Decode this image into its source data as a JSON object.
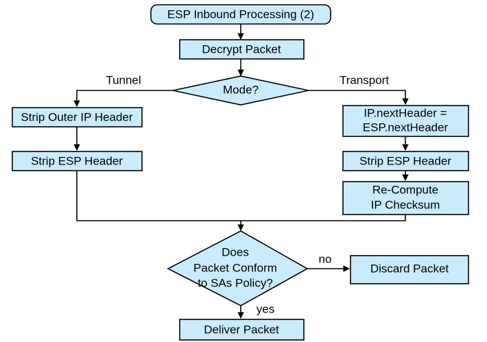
{
  "diagram": {
    "title": "ESP Inbound Processing (2)",
    "type": "flowchart",
    "colors": {
      "node_fill": "#c9ebfb",
      "node_stroke": "#000000",
      "background": "#ffffff",
      "text": "#000000"
    },
    "nodes": [
      {
        "id": "start",
        "shape": "terminator",
        "label": "ESP Inbound Processing (2)",
        "lines": [
          "ESP Inbound Processing (2)"
        ]
      },
      {
        "id": "decrypt",
        "shape": "process",
        "label": "Decrypt Packet",
        "lines": [
          "Decrypt Packet"
        ]
      },
      {
        "id": "mode",
        "shape": "decision",
        "label": "Mode?",
        "lines": [
          "Mode?"
        ]
      },
      {
        "id": "strip-outer-ip",
        "shape": "process",
        "label": "Strip Outer IP Header",
        "lines": [
          "Strip Outer IP Header"
        ]
      },
      {
        "id": "strip-esp-left",
        "shape": "process",
        "label": "Strip ESP Header",
        "lines": [
          "Strip ESP Header"
        ]
      },
      {
        "id": "nextheader",
        "shape": "process",
        "label": "IP.nextHeader = ESP.nextHeader",
        "lines": [
          "IP.nextHeader =",
          "ESP.nextHeader"
        ]
      },
      {
        "id": "strip-esp-right",
        "shape": "process",
        "label": "Strip ESP Header",
        "lines": [
          "Strip ESP Header"
        ]
      },
      {
        "id": "recompute",
        "shape": "process",
        "label": "Re-Compute IP Checksum",
        "lines": [
          "Re-Compute",
          "IP Checksum"
        ]
      },
      {
        "id": "conform",
        "shape": "decision",
        "label": "Does Packet Conform to SAs Policy?",
        "lines": [
          "Does",
          "Packet Conform",
          "to SAs Policy?"
        ]
      },
      {
        "id": "discard",
        "shape": "process",
        "label": "Discard Packet",
        "lines": [
          "Discard Packet"
        ]
      },
      {
        "id": "deliver",
        "shape": "process",
        "label": "Deliver Packet",
        "lines": [
          "Deliver Packet"
        ]
      }
    ],
    "edge_labels": {
      "tunnel": "Tunnel",
      "transport": "Transport",
      "no": "no",
      "yes": "yes"
    }
  }
}
